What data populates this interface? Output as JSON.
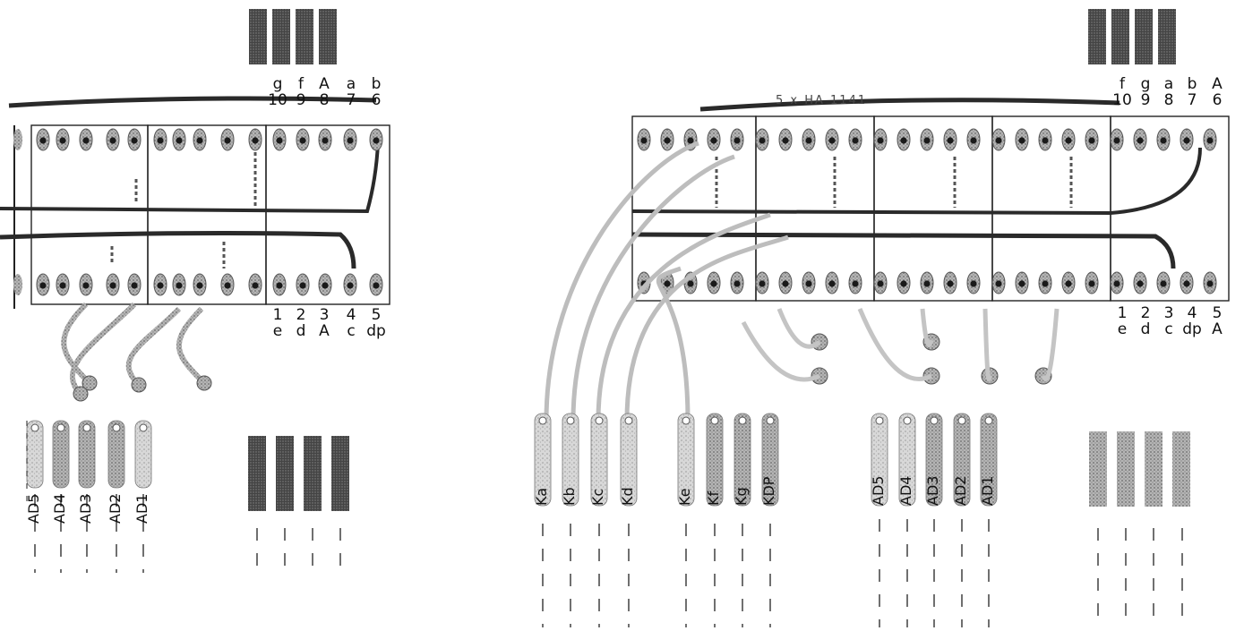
{
  "left_module": {
    "top_pins": [
      {
        "num": "10",
        "name": "g"
      },
      {
        "num": "9",
        "name": "f"
      },
      {
        "num": "8",
        "name": "A"
      },
      {
        "num": "7",
        "name": "a"
      },
      {
        "num": "6",
        "name": "b"
      }
    ],
    "bottom_pins": [
      {
        "num": "1",
        "name": "e"
      },
      {
        "num": "2",
        "name": "d"
      },
      {
        "num": "3",
        "name": "A"
      },
      {
        "num": "4",
        "name": "c"
      },
      {
        "num": "5",
        "name": "dp"
      }
    ],
    "resistors": [
      "AD5",
      "AD4",
      "AD3",
      "AD2",
      "AD1"
    ]
  },
  "right_module": {
    "title": "5 x HA 1141",
    "top_pins": [
      {
        "num": "10",
        "name": "f"
      },
      {
        "num": "9",
        "name": "g"
      },
      {
        "num": "8",
        "name": "a"
      },
      {
        "num": "7",
        "name": "b"
      },
      {
        "num": "6",
        "name": "A"
      }
    ],
    "bottom_pins": [
      {
        "num": "1",
        "name": "e"
      },
      {
        "num": "2",
        "name": "d"
      },
      {
        "num": "3",
        "name": "c"
      },
      {
        "num": "4",
        "name": "dp"
      },
      {
        "num": "5",
        "name": "A"
      }
    ],
    "segment_resistors": [
      "Ka",
      "Kb",
      "Kc",
      "Kd",
      "Ke",
      "Kf",
      "Kg",
      "KDP"
    ],
    "digit_resistors": [
      "AD5",
      "AD4",
      "AD3",
      "AD2",
      "AD1"
    ]
  },
  "colors": {
    "ink": "#1a1a1a",
    "trace": "#3a3a3a",
    "stipple": "#9a9a9a",
    "light": "#c8c8c8"
  }
}
